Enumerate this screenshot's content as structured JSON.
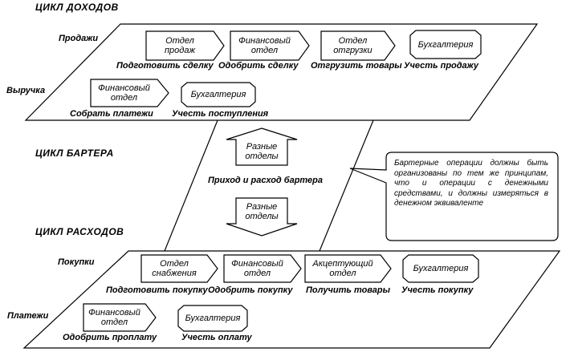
{
  "sections": {
    "income": "ЦИКЛ ДОХОДОВ",
    "barter": "ЦИКЛ БАРТЕРА",
    "expense": "ЦИКЛ РАСХОДОВ"
  },
  "income": {
    "row_sales": "Продажи",
    "row_revenue": "Выручка",
    "units": {
      "sales_dept": [
        "Отдел",
        "продаж"
      ],
      "finance_dept_1": [
        "Финансовый",
        "отдел"
      ],
      "shipping_dept": [
        "Отдел",
        "отгрузки"
      ],
      "accounting_1": [
        "Бухгалтерия"
      ],
      "finance_dept_2": [
        "Финансовый",
        "отдел"
      ],
      "accounting_2": [
        "Бухгалтерия"
      ]
    },
    "actions": {
      "prepare_deal": "Подготовить сделку",
      "approve_deal": "Одобрить сделку",
      "ship_goods": "Отгрузить товары",
      "record_sale": "Учесть продажу",
      "collect_payments": "Собрать платежи",
      "record_receipts": "Учесть поступления"
    }
  },
  "barter": {
    "units_up": [
      "Разные",
      "отделы"
    ],
    "units_down": [
      "Разные",
      "отделы"
    ],
    "action": "Приход и расход бартера",
    "note": "Бартерные операции должны быть организованы по тем же принципам, что и операции с денежными средствами, и должны измеряться в денежном эквиваленте"
  },
  "expense": {
    "row_purchases": "Покупки",
    "row_payments": "Платежи",
    "units": {
      "supply_dept": [
        "Отдел",
        "снабжения"
      ],
      "finance_dept_1": [
        "Финансовый",
        "отдел"
      ],
      "acceptance_dept": [
        "Акцептующий",
        "отдел"
      ],
      "accounting_1": [
        "Бухгалтерия"
      ],
      "finance_dept_2": [
        "Финансовый",
        "отдел"
      ],
      "accounting_2": [
        "Бухгалтерия"
      ]
    },
    "actions": {
      "prepare_purchase": "Подготовить покупку",
      "approve_purchase": "Одобрить покупку",
      "receive_goods": "Получить товары",
      "record_purchase": "Учесть покупку",
      "approve_payment": "Одобрить проплату",
      "record_payment": "Учесть оплату"
    }
  }
}
